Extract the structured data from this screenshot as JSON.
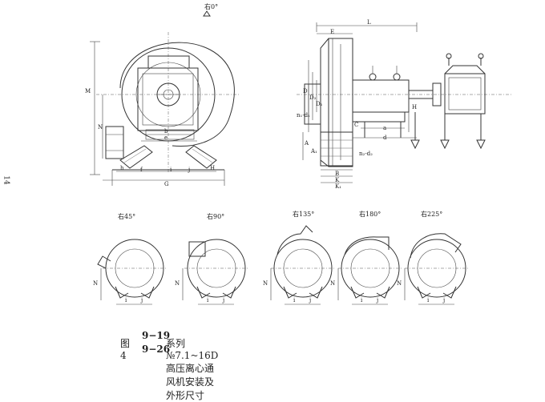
{
  "page_number": "14",
  "main_view": {
    "position_label": "右0°",
    "dim_labels": [
      "M",
      "N",
      "h",
      "f",
      "G",
      "i",
      "j",
      "H",
      "b",
      "e"
    ]
  },
  "side_view": {
    "dim_labels": [
      "E",
      "L",
      "D",
      "D₂",
      "D₁",
      "A",
      "A₁",
      "C",
      "a",
      "d",
      "H",
      "B",
      "K",
      "n₁-d₁",
      "n₂-d₂",
      "K₁"
    ]
  },
  "rotations": [
    {
      "label": "右45°"
    },
    {
      "label": "右90°"
    },
    {
      "label": "右135°"
    },
    {
      "label": "右180°"
    },
    {
      "label": "右225°"
    }
  ],
  "rotation_dims": {
    "N": "N",
    "i": "i",
    "j": "j"
  },
  "caption": {
    "figure": "图4",
    "series_top": "9−19",
    "series_bottom": "9−26",
    "title": "系列№7.1~16D高压离心通风机安装及外形尺寸"
  }
}
